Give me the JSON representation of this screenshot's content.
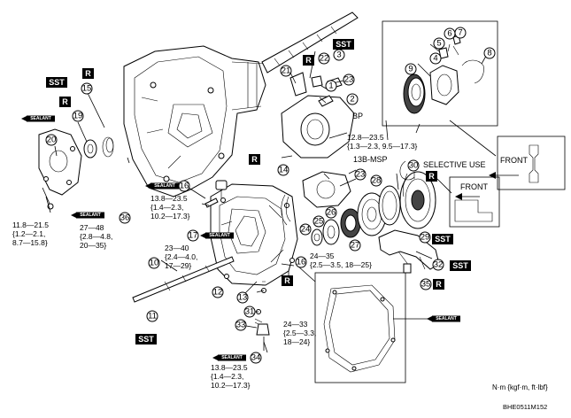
{
  "tags": {
    "sst": "SST",
    "r": "R",
    "sealant": "SEALANT"
  },
  "callouts": [
    "1",
    "2",
    "3",
    "4",
    "5",
    "6",
    "7",
    "8",
    "9",
    "10",
    "11",
    "12",
    "13",
    "14",
    "15",
    "16",
    "16",
    "17",
    "19",
    "20",
    "21",
    "22",
    "23",
    "23",
    "24",
    "25",
    "26",
    "27",
    "28",
    "29",
    "30",
    "31",
    "32",
    "33",
    "34",
    "35",
    "36"
  ],
  "labels": {
    "bp": "BP",
    "msp": "13B-MSP",
    "selective_use": "SELECTIVE USE",
    "front_big": "FRONT",
    "front_small": "FRONT",
    "units": "N·m {kgf·m, ft·lbf}",
    "figure_id": "BHE0511M152"
  },
  "torques": {
    "t_left_bottom": [
      "11.8—21.5",
      "{1.2—2.1,",
      "8.7—15.8}"
    ],
    "t_27_48": [
      "27—48",
      "{2.8—4.8,",
      "20—35}"
    ],
    "t_16": [
      "13.8—23.5",
      "{1.4—2.3,",
      "10.2—17.3}"
    ],
    "t_17": [
      "23—40",
      "{2.4—4.0,",
      "17—29}"
    ],
    "t_center_right": [
      "12.8—23.5",
      "{1.3—2.3, 9.5—17.3}"
    ],
    "t_24_35": [
      "24—35",
      "{2.5—3.5, 18—25}"
    ],
    "t_24_33": [
      "24—33",
      "{2.5—3.3,",
      "18—24}"
    ],
    "t_34": [
      "13.8—23.5",
      "{1.4—2.3,",
      "10.2—17.3}"
    ]
  },
  "colors": {
    "ink": "#000000",
    "tag_fill": "#000000",
    "tag_text": "#ffffff",
    "background": "#ffffff"
  }
}
